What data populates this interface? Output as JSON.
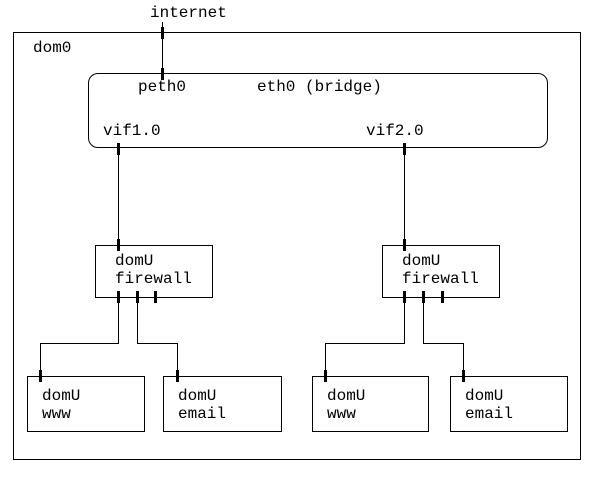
{
  "diagram": {
    "title_label": "internet",
    "colors": {
      "background": "#ffffff",
      "line": "#000000",
      "text": "#000000"
    },
    "host": {
      "label": "dom0"
    },
    "bridge": {
      "label": "eth0 (bridge)",
      "physical_if_label": "peth0",
      "vif1_label": "vif1.0",
      "vif2_label": "vif2.0"
    },
    "nodes": {
      "firewall_left": {
        "line1": "domU",
        "line2": "firewall"
      },
      "firewall_right": {
        "line1": "domU",
        "line2": "firewall"
      },
      "www_left": {
        "line1": "domU",
        "line2": "www"
      },
      "email_left": {
        "line1": "domU",
        "line2": "email"
      },
      "www_right": {
        "line1": "domU",
        "line2": "www"
      },
      "email_right": {
        "line1": "domU",
        "line2": "email"
      }
    }
  }
}
